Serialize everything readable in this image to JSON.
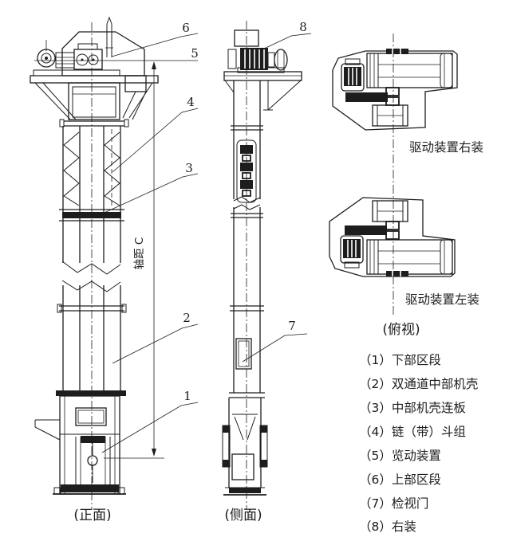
{
  "figure": {
    "background": "#ffffff",
    "ink_color": "#1d1d1d",
    "views": {
      "front_caption": "(正面)",
      "side_caption": "(侧面)",
      "top_caption": "(俯视)"
    },
    "dimension_label": "轴距 C",
    "drive_right_label": "驱动装置右装",
    "drive_left_label": "驱动装置左装",
    "callouts": [
      "1",
      "2",
      "3",
      "4",
      "5",
      "6",
      "7",
      "8"
    ],
    "legend": [
      "（1）下部区段",
      "（2）双通道中部机壳",
      "（3）中部机壳连板",
      "（4）链（带）斗组",
      "（5）览动装置",
      "（6）上部区段",
      "（7）检视门",
      "（8）右装"
    ]
  }
}
